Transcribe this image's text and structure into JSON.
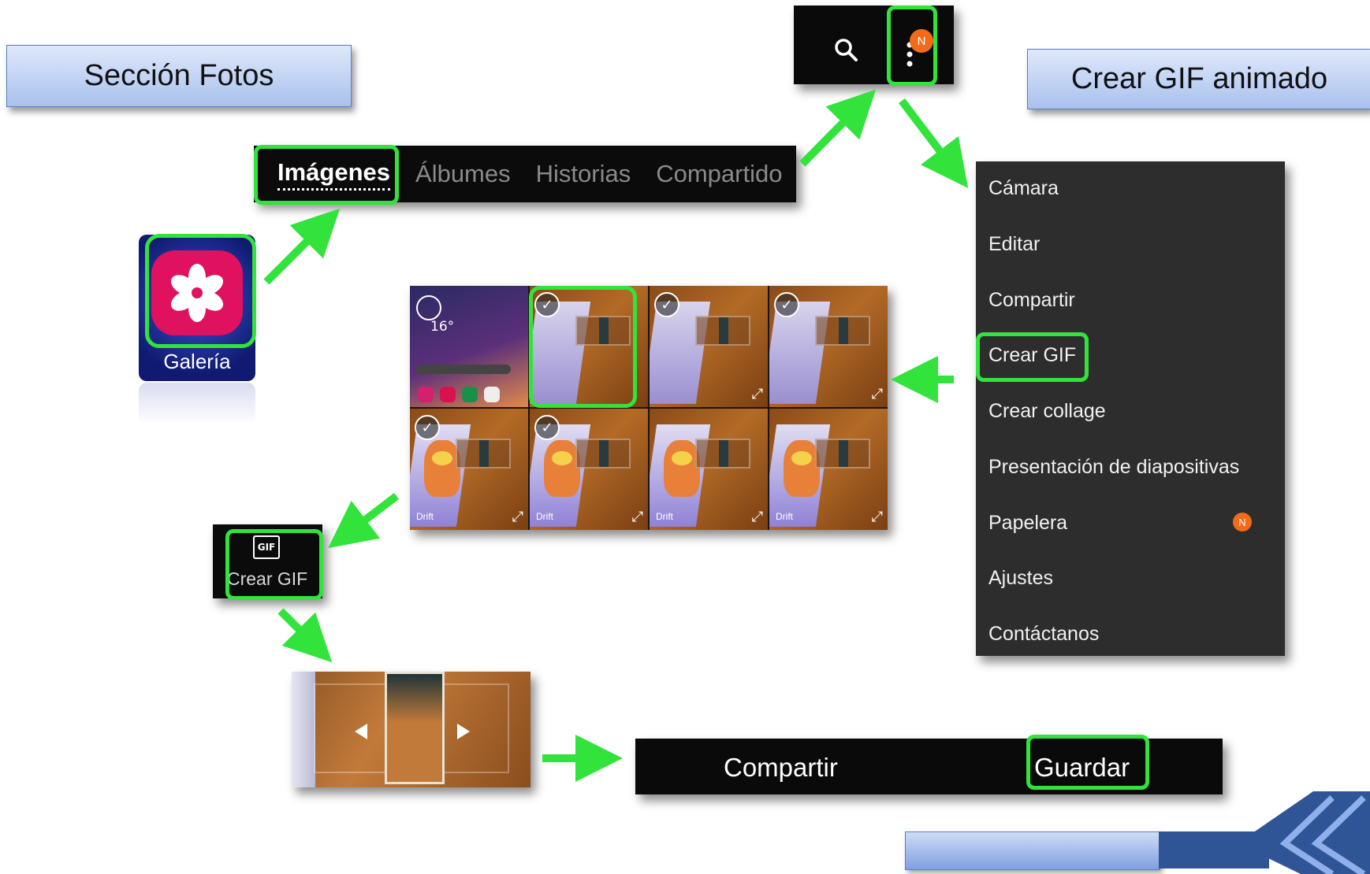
{
  "labels": {
    "seccion_fotos": "Sección Fotos",
    "crear_gif_animado": "Crear GIF animado"
  },
  "gallery_app": {
    "name": "Galería",
    "icon": "flower-icon",
    "icon_color": "#e0115f"
  },
  "tabs": [
    "Imágenes",
    "Álbumes",
    "Historias",
    "Compartido"
  ],
  "topbar": {
    "search_icon": "search-icon",
    "more_icon": "more-vertical-icon",
    "badge": "N"
  },
  "menu": {
    "items": [
      "Cámara",
      "Editar",
      "Compartir",
      "Crear GIF",
      "Crear collage",
      "Presentación de diapositivas",
      "Papelera",
      "Ajustes",
      "Contáctanos"
    ],
    "papelera_badge": "N"
  },
  "grid": {
    "home_temp": "16°",
    "drift_label": "Drift",
    "check_symbol": "✓",
    "expand_symbol": "⤢"
  },
  "gif_button": {
    "icon_text": "GIF",
    "label": "Crear GIF"
  },
  "bottom_bar": {
    "share": "Compartir",
    "save": "Guardar"
  },
  "colors": {
    "highlight": "#31e33a",
    "arrow": "#31e33a",
    "badge": "#f36b18",
    "menu_bg": "#2d2d2d"
  }
}
